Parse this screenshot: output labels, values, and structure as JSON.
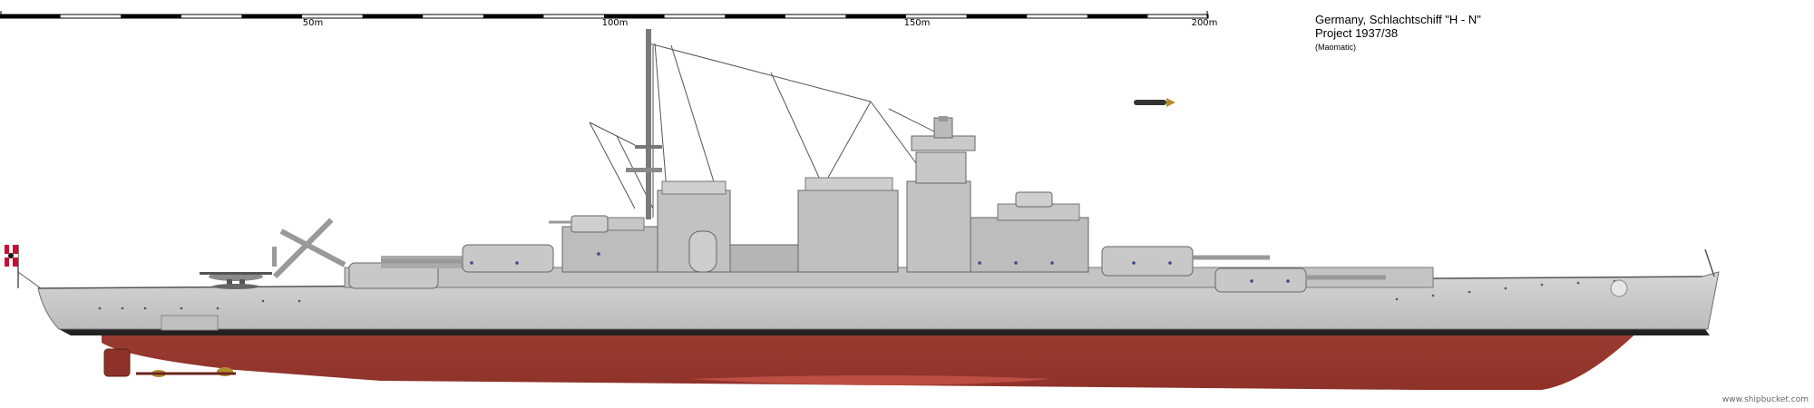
{
  "scale": {
    "labels": [
      "50m",
      "100m",
      "150m",
      "200m"
    ]
  },
  "title": {
    "line1": "Germany, Schlachtschiff \"H - N\"",
    "line2": "Project 1937/38",
    "author": "(Maomatic)"
  },
  "credit": "www.shipbucket.com",
  "colors": {
    "hull_grey": "#c8c8c8",
    "superstructure_grey": "#bdbdbd",
    "boot_topping": "#222222",
    "antifouling_red": "#a33f36",
    "flag_red": "#c8102e"
  },
  "icons": [
    "naval-ensign-icon",
    "floatplane-icon",
    "torpedo-icon",
    "propeller-icon",
    "rudder-icon"
  ]
}
